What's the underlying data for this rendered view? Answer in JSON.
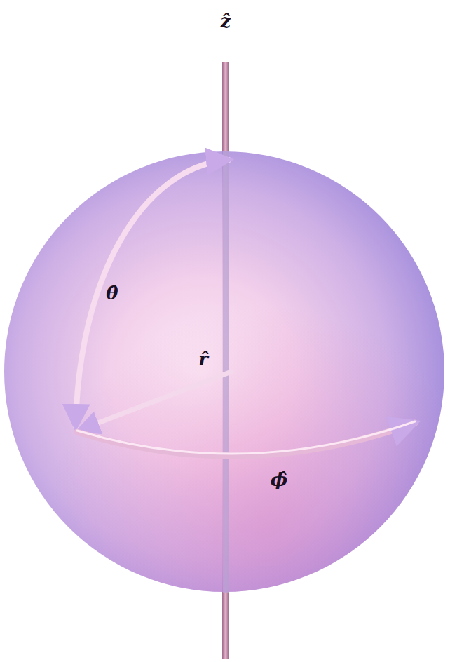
{
  "diagram": {
    "labels": [
      "ẑ",
      "θ̂",
      "r̂",
      "ϕ̂"
    ]
  }
}
